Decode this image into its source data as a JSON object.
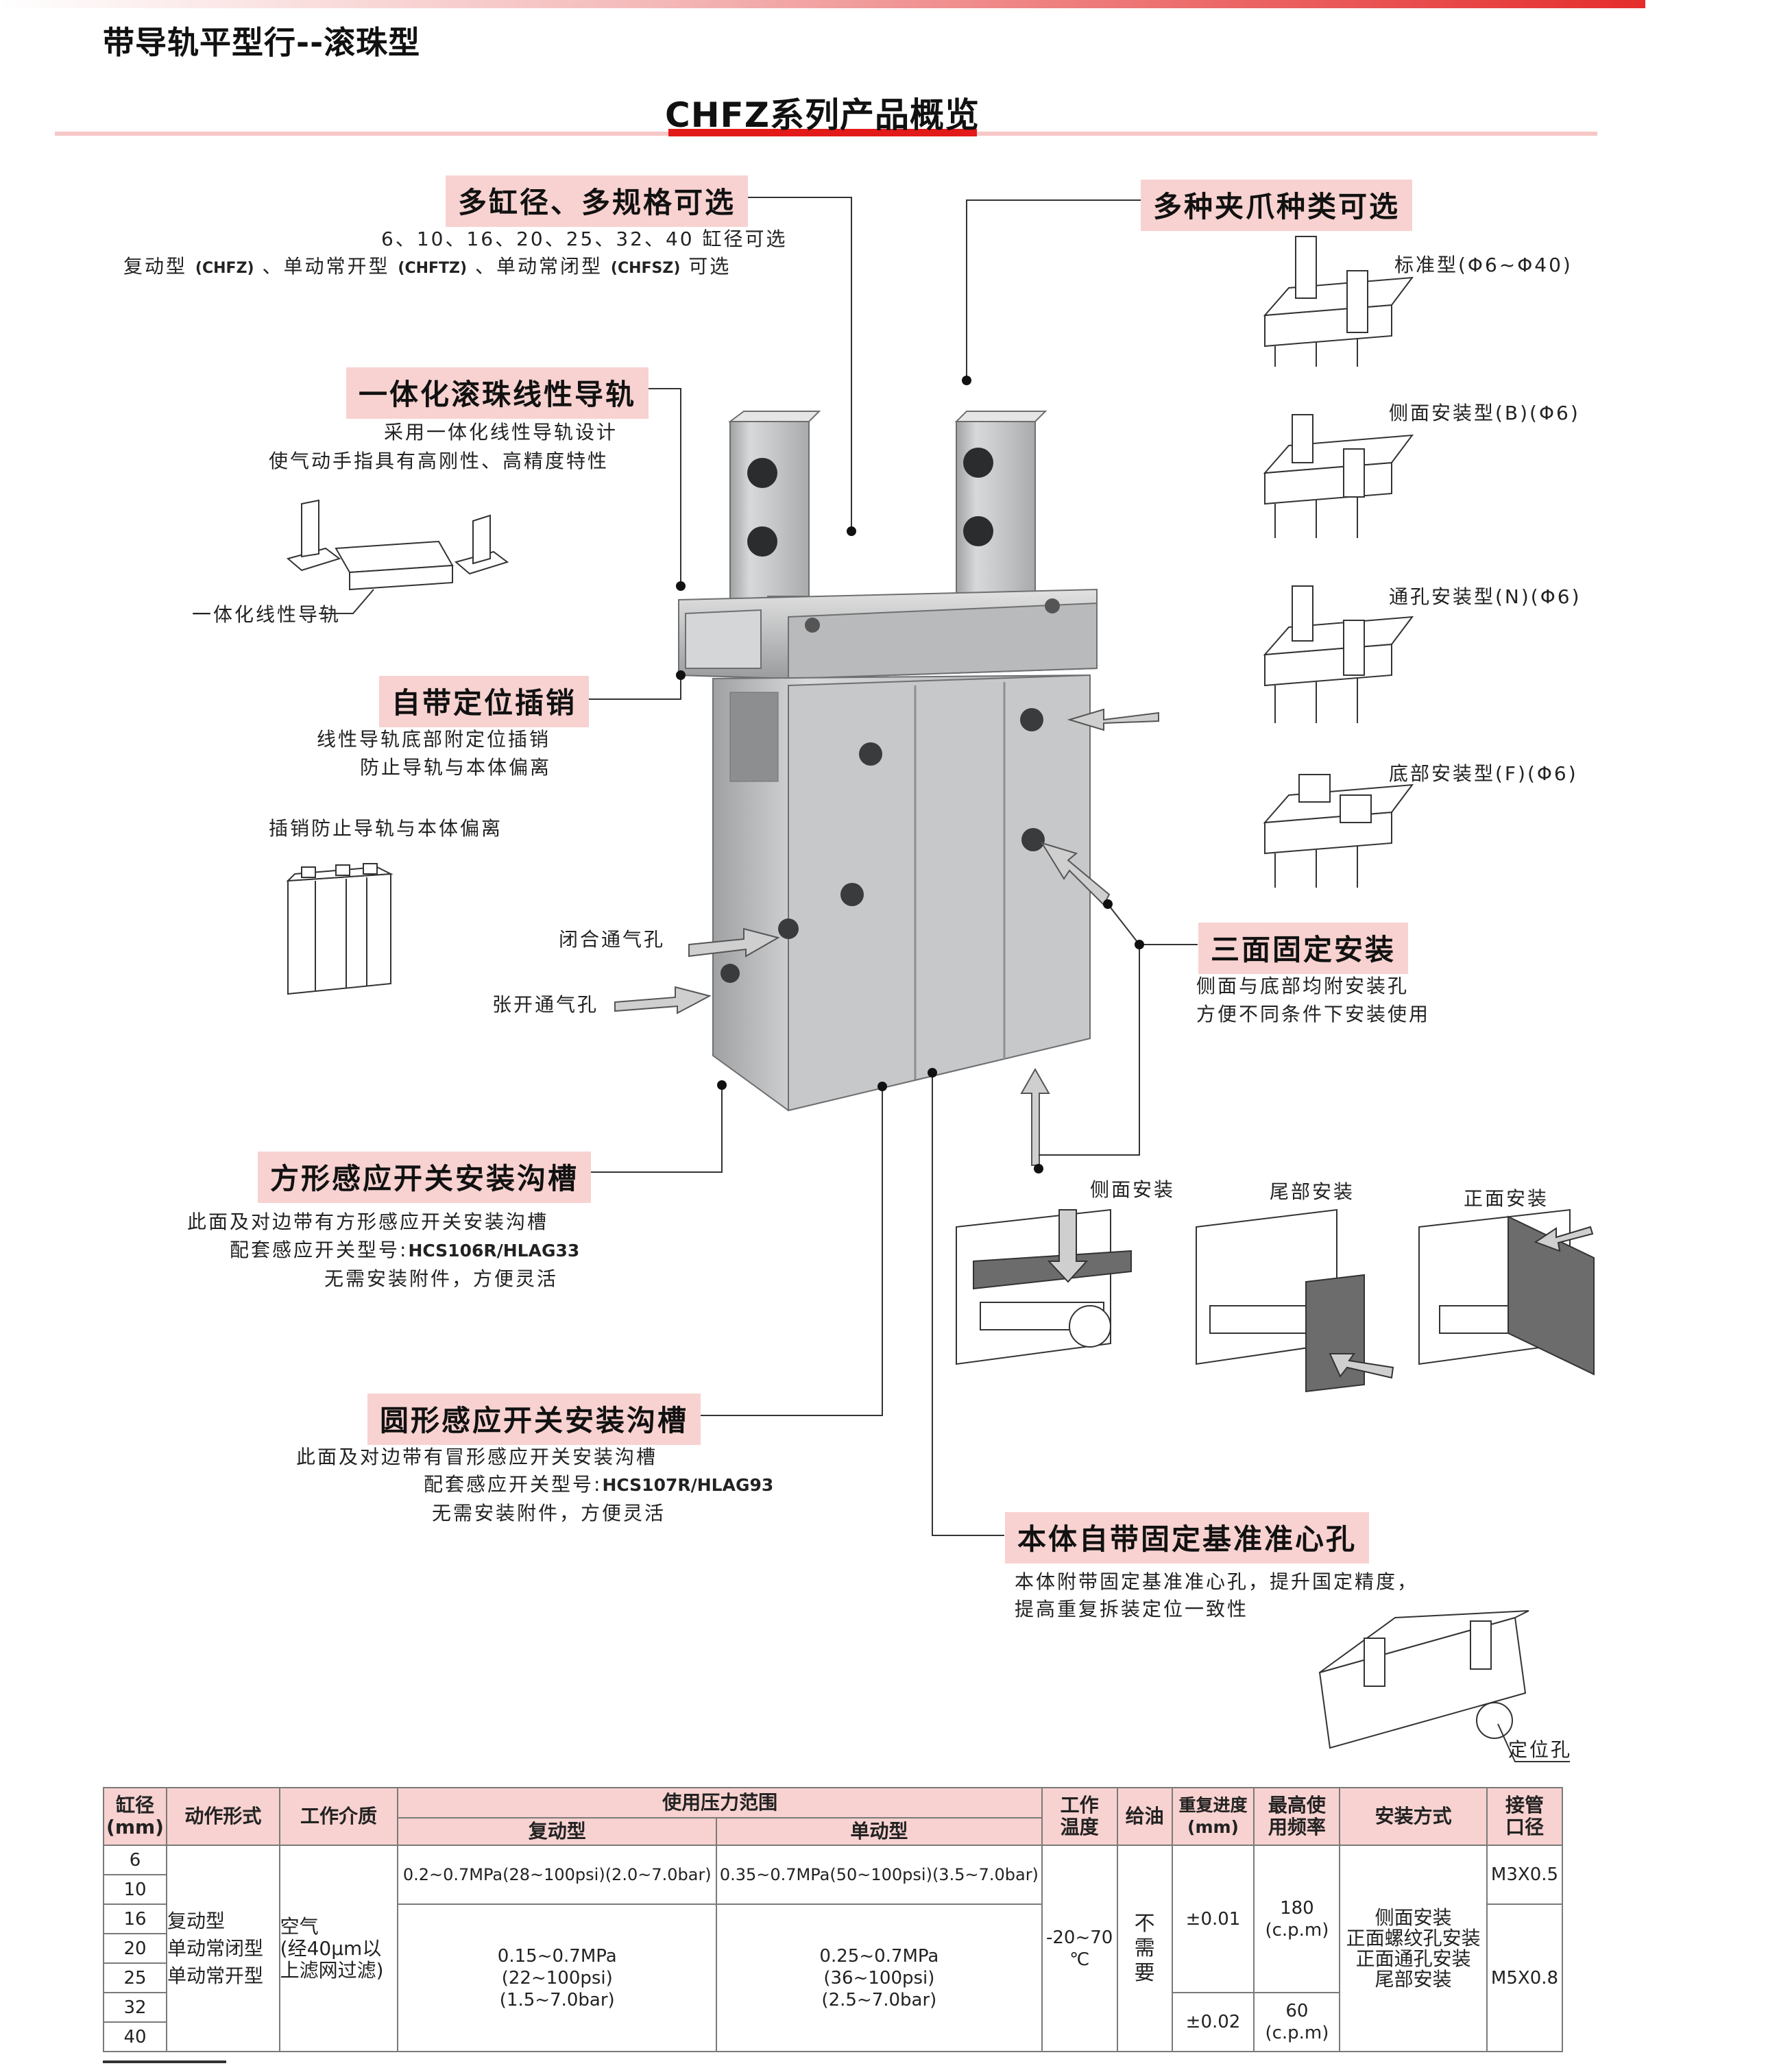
{
  "header": {
    "page_title": "带导轨平型行--滚珠型",
    "center_title": "CHFZ系列产品概览"
  },
  "left_callouts": {
    "bore": {
      "title": "多缸径、多规格可选",
      "line1": "6、10、16、20、25、32、40 缸径可选",
      "line2_a": "复动型",
      "line2_b": "(CHFZ)",
      "line2_c": "、单动常开型",
      "line2_d": "(CHFTZ)",
      "line2_e": "、单动常闭型",
      "line2_f": "(CHFSZ)",
      "line2_g": "可选"
    },
    "rail": {
      "title": "一体化滚珠线性导轨",
      "line1": "采用一体化线性导轨设计",
      "line2": "使气动手指具有高刚性、高精度特性",
      "caption": "一体化线性导轨"
    },
    "pin": {
      "title": "自带定位插销",
      "line1": "线性导轨底部附定位插销",
      "line2": "防止导轨与本体偏离",
      "caption": "插销防止导轨与本体偏离"
    },
    "ports": {
      "close": "闭合通气孔",
      "open": "张开通气孔"
    },
    "square_groove": {
      "title": "方形感应开关安装沟槽",
      "line1": "此面及对边带有方形感应开关安装沟槽",
      "line2_a": "配套感应开关型号:",
      "line2_b": "HCS106R/HLAG33",
      "line3": "无需安装附件，方便灵活"
    },
    "round_groove": {
      "title": "圆形感应开关安装沟槽",
      "line1": "此面及对边带有冒形感应开关安装沟槽",
      "line2_a": "配套感应开关型号:",
      "line2_b": "HCS107R/HLAG93",
      "line3": "无需安装附件，方便灵活"
    }
  },
  "right_callouts": {
    "jaws": {
      "title": "多种夹爪种类可选",
      "types": [
        {
          "label": "标准型(Φ6~Φ40)"
        },
        {
          "label": "侧面安装型(B)(Φ6)"
        },
        {
          "label": "通孔安装型(N)(Φ6)"
        },
        {
          "label": "底部安装型(F)(Φ6)"
        }
      ]
    },
    "mount": {
      "title": "三面固定安装",
      "line1": "侧面与底部均附安装孔",
      "line2": "方便不同条件下安装使用",
      "views": [
        {
          "label": "侧面安装"
        },
        {
          "label": "尾部安装"
        },
        {
          "label": "正面安装"
        }
      ]
    },
    "datum": {
      "title": "本体自带固定基准准心孔",
      "line1": "本体附带固定基准准心孔，提升国定精度，",
      "line2": "提高重复拆装定位一致性",
      "caption": "定位孔"
    }
  },
  "spec_table": {
    "headers": {
      "bore": "缸径\n(mm)",
      "action": "动作形式",
      "medium": "工作介质",
      "pressure": "使用压力范围",
      "pressure_double": "复动型",
      "pressure_single": "单动型",
      "temp": "工作\n温度",
      "lube": "给油",
      "repeat": "重复进度\n(mm)",
      "freq": "最高使\n用频率",
      "mount": "安装方式",
      "port": "接管\n口径"
    },
    "bores": [
      "6",
      "10",
      "16",
      "20",
      "25",
      "32",
      "40"
    ],
    "action_text": "复动型\n单动常闭型\n单动常开型",
    "medium_text": "空气\n(经40μm以\n上滤网过滤)",
    "pressure_small_double": "0.2~0.7MPa(28~100psi)(2.0~7.0bar)",
    "pressure_small_single": "0.35~0.7MPa(50~100psi)(3.5~7.0bar)",
    "pressure_large_double": "0.15~0.7MPa\n(22~100psi)\n(1.5~7.0bar)",
    "pressure_large_single": "0.25~0.7MPa\n(36~100psi)\n(2.5~7.0bar)",
    "temp_text": "-20~70\n℃",
    "lube_text": "不\n需\n要",
    "repeat_small": "±0.01",
    "repeat_large": "±0.02",
    "freq_small": "180\n(c.p.m)",
    "freq_large": "60\n(c.p.m)",
    "mount_text": "侧面安装\n正面螺纹孔安装\n正面通孔安装\n尾部安装",
    "port_small": "M3X0.5",
    "port_large": "M5X0.8"
  },
  "colors": {
    "accent_red": "#e31a1a",
    "callout_bg": "#f7d2d0",
    "body_metal": "#c9cacb"
  }
}
